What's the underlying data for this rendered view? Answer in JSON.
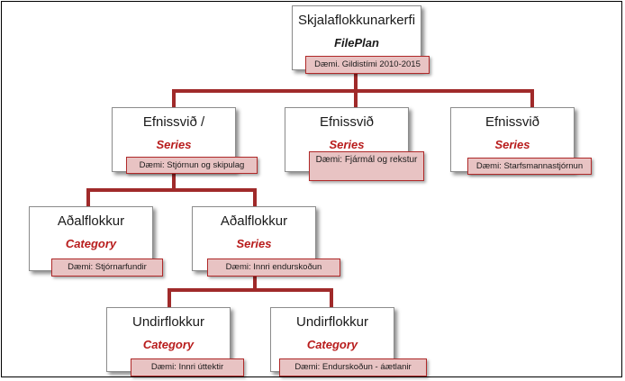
{
  "nodes": {
    "root": {
      "title": "Skjalaflokkunarkerfi",
      "sub": "FilePlan",
      "tag": "Dæmi. Gildistími  2010-2015"
    },
    "series1": {
      "title": "Efnissvið /",
      "sub": "Series",
      "tag": "Dæmi: Stjórnun  og skipulag"
    },
    "series2": {
      "title": "Efnissvið",
      "sub": "Series",
      "tag": "Dæmi: Fjármál og rekstur"
    },
    "series3": {
      "title": "Efnissvið",
      "sub": "Series",
      "tag": "Dæmi: Starfsmannastjórnun"
    },
    "main1": {
      "title": "Aðalflokkur",
      "sub": "Category",
      "tag": "Dæmi: Stjórnarfundir"
    },
    "main2": {
      "title": "Aðalflokkur",
      "sub": "Series",
      "tag": "Dæmi: Innri endurskoðun"
    },
    "sub1": {
      "title": "Undirflokkur",
      "sub": "Category",
      "tag": "Dæmi: Innri úttektir"
    },
    "sub2": {
      "title": "Undirflokkur",
      "sub": "Category",
      "tag": "Dæmi: Endurskoðun - áætlanir"
    }
  },
  "colors": {
    "connector": "#a02a2a",
    "accent_text": "#b81c1c",
    "tag_fill": "#e8c3c3",
    "tag_border": "#b02a2a"
  }
}
